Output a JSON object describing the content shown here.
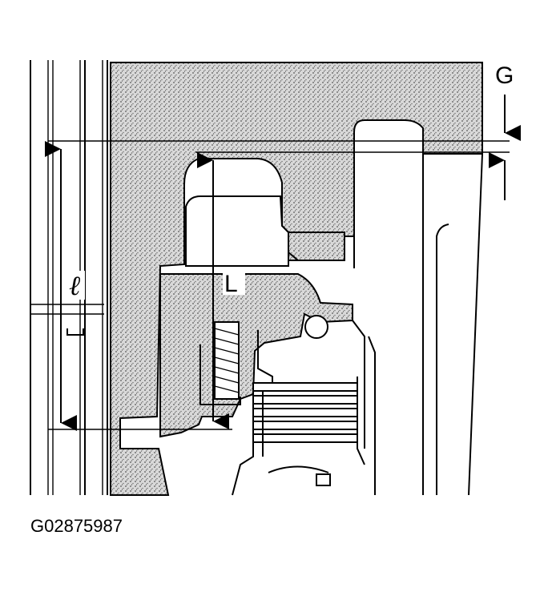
{
  "labels": {
    "gap": "G",
    "total_length": "L",
    "piston_length": "ℓ"
  },
  "figure_id": "G02875987",
  "colors": {
    "line": "#000000",
    "background": "#ffffff",
    "stipple": "#6e6e6e"
  }
}
